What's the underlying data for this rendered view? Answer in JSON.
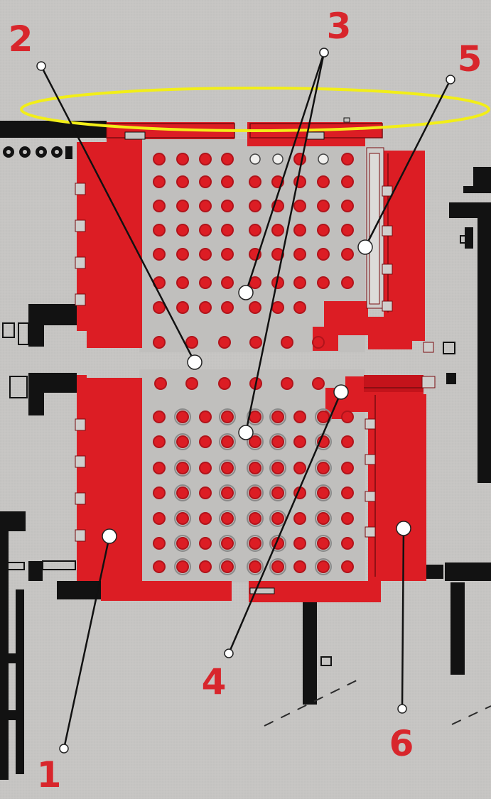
{
  "plan": {
    "callouts": [
      {
        "number": "1"
      },
      {
        "number": "2"
      },
      {
        "number": "3"
      },
      {
        "number": "4"
      },
      {
        "number": "5"
      },
      {
        "number": "6"
      }
    ],
    "colors": {
      "background": "#c6c5c3",
      "structure": "#dc1d24",
      "walls": "#121212",
      "callout_text": "#d8262c",
      "highlight_ellipse": "#f2ee18",
      "column_dark": "#b0141b"
    }
  }
}
